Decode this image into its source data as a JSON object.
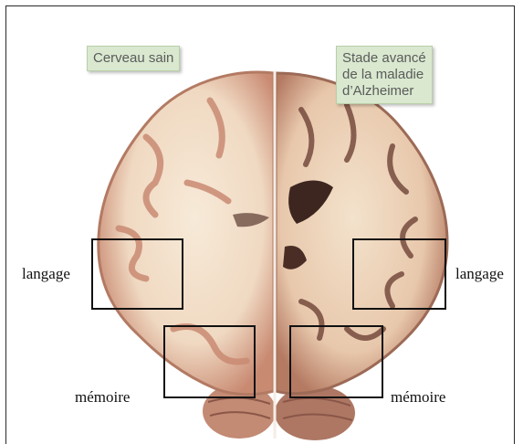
{
  "captions": {
    "healthy": "Cerveau sain",
    "advanced": "Stade avancé\nde la maladie\nd’Alzheimer"
  },
  "labels": {
    "left_language": "langage",
    "left_memory": "mémoire",
    "right_language": "langage",
    "right_memory": "mémoire"
  },
  "colors": {
    "cortex": "#c98a72",
    "white_matter": "#f4e4cf",
    "caption_bg": "#d9e8cf",
    "box_stroke": "#111111"
  }
}
